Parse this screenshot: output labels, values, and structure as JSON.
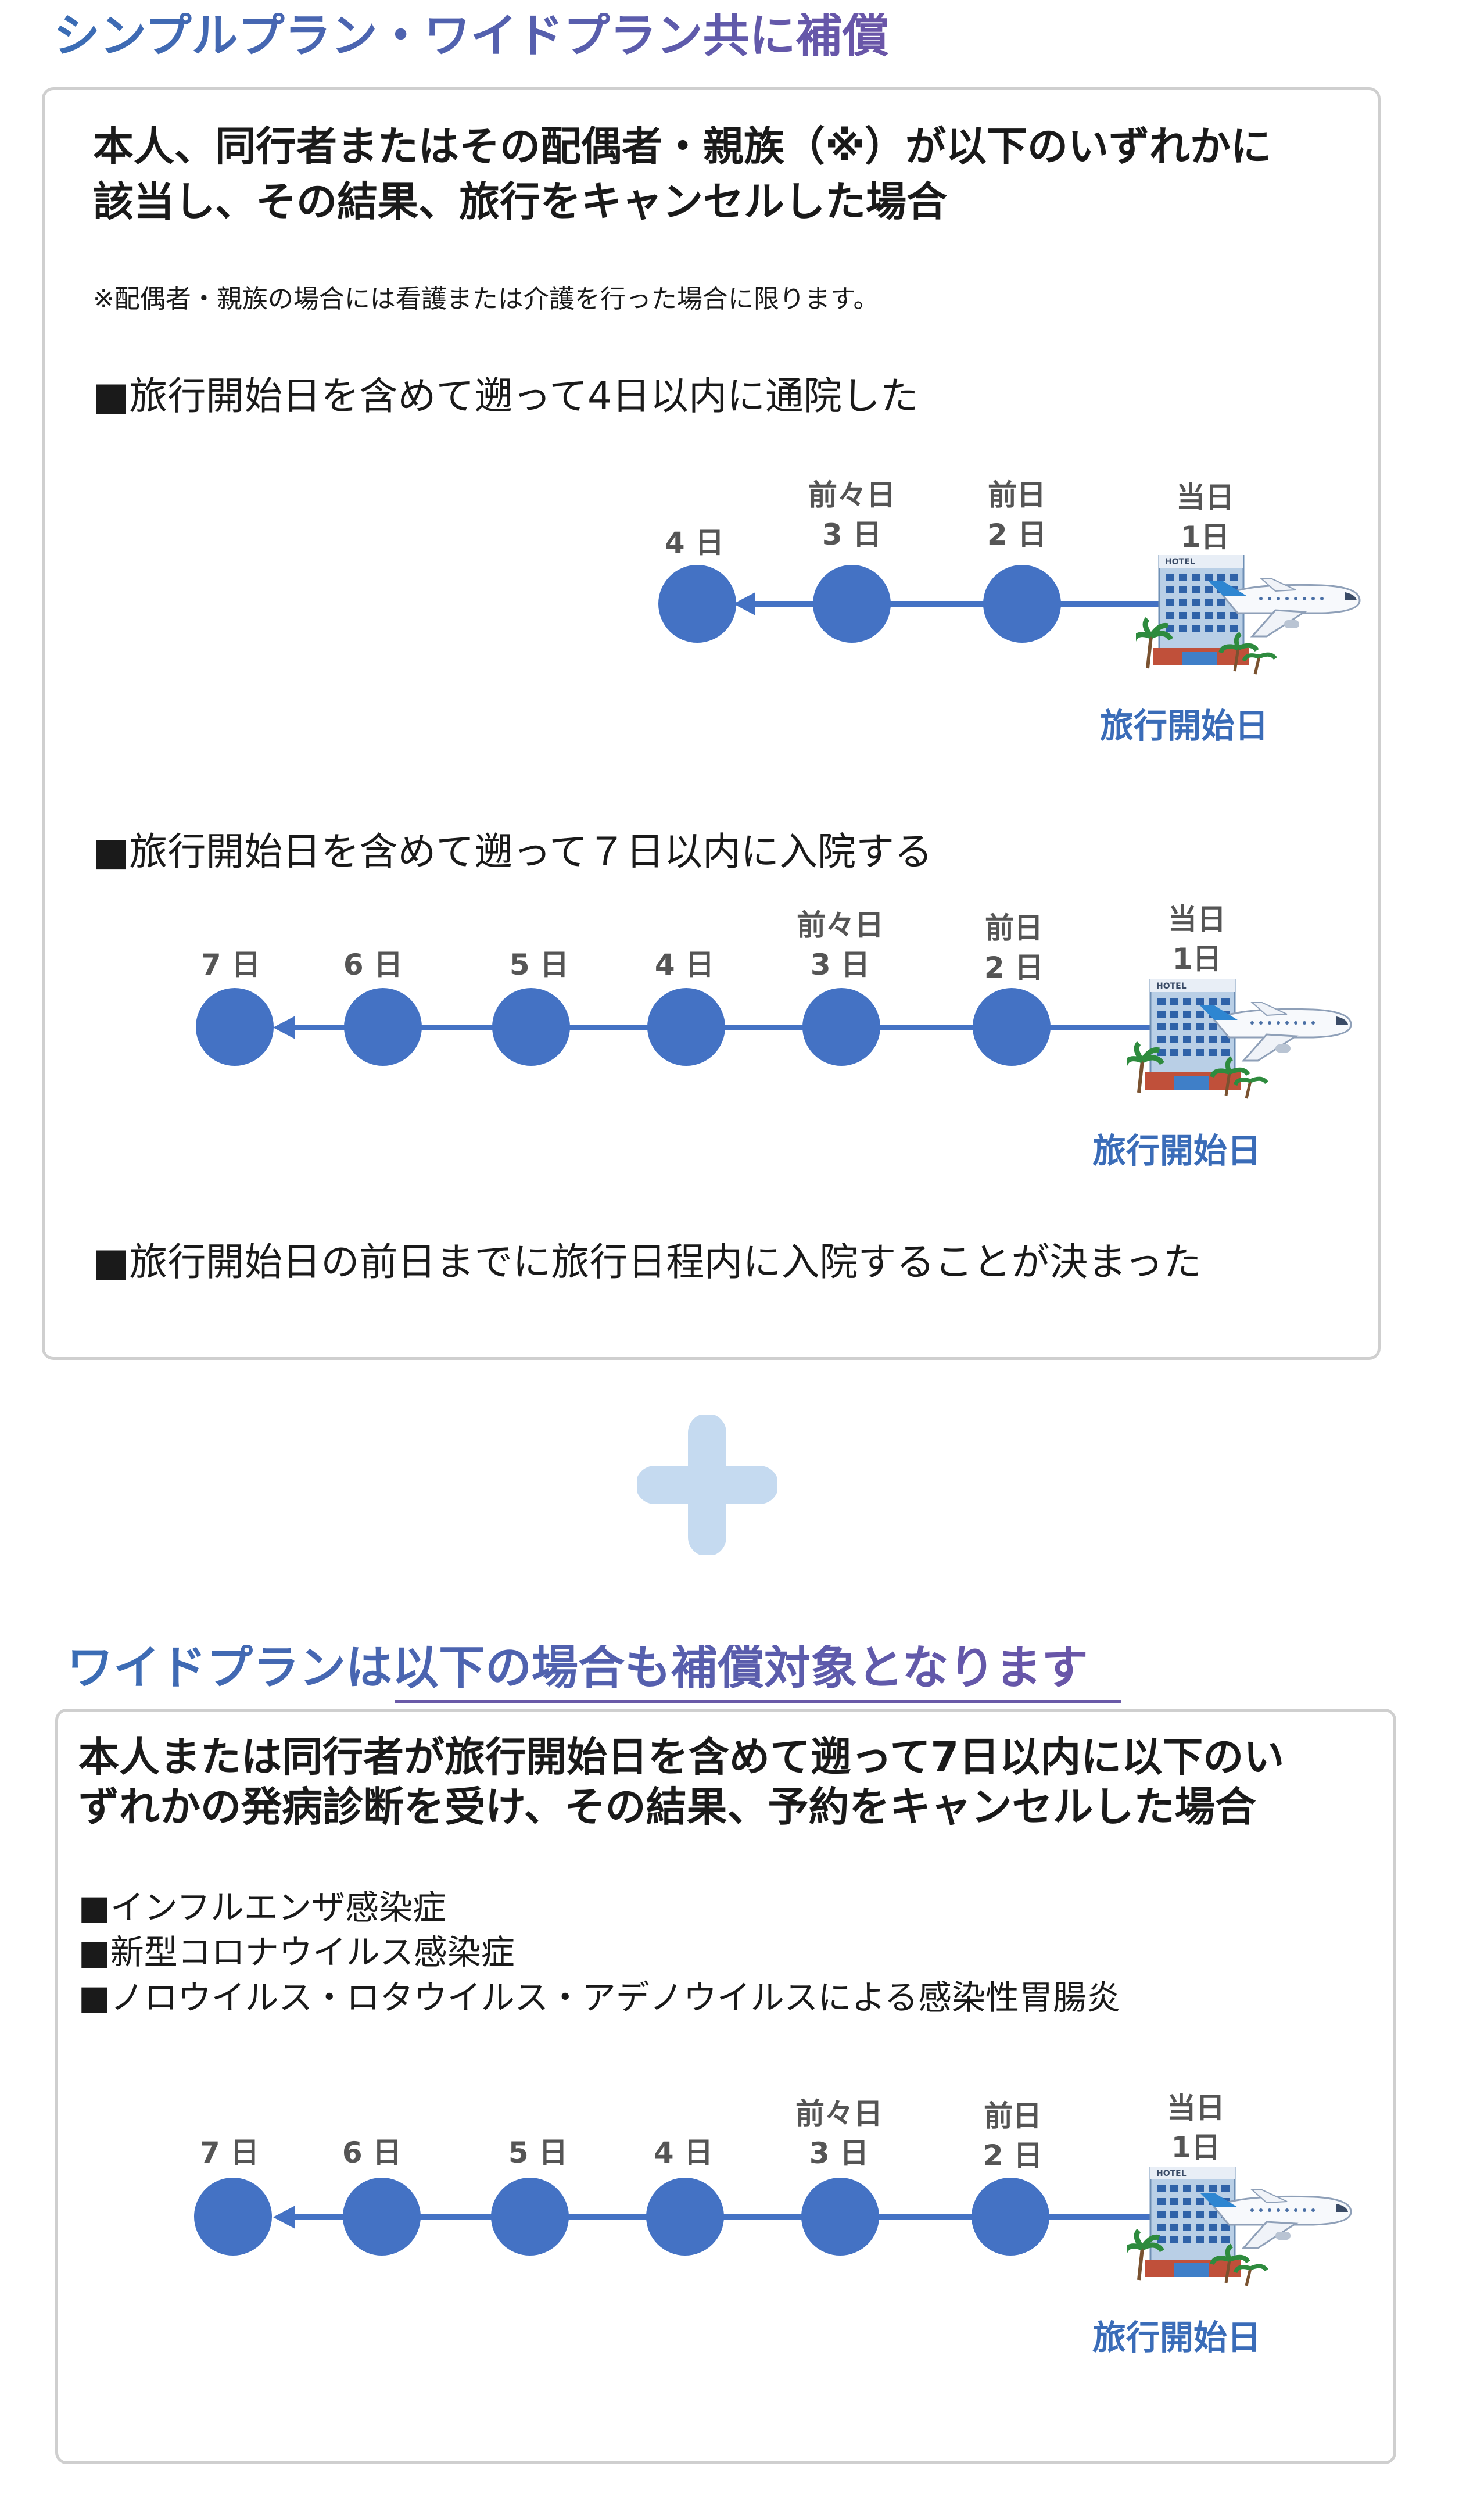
{
  "section1": {
    "heading": "シンプルプラン・ワイドプラン共に補償",
    "lead_line1": "本人、同行者またはその配偶者・親族（※）が以下のいずれかに",
    "lead_line2": "該当し、その結果、旅行をキャンセルした場合",
    "note": "※配偶者・親族の場合には看護または介護を行った場合に限ります。",
    "item1": "■旅行開始日を含めて遡って4日以内に通院した",
    "item2": "■旅行開始日を含めて遡って７日以内に入院する",
    "item3": "■旅行開始日の前日までに旅行日程内に入院することが決まった"
  },
  "section2": {
    "heading": "ワイドプランは以下の場合も補償対象となります",
    "lead_line1": "本人または同行者が旅行開始日を含めて遡って7日以内に以下のい",
    "lead_line2": "ずれかの発病診断を受け、その結果、予約をキャンセルした場合",
    "list": [
      "■インフルエンザ感染症",
      "■新型コロナウイルス感染症",
      "■ノロウイルス・ロタウイルス・アデノウイルスによる感染性胃腸炎"
    ]
  },
  "timeline": {
    "day4": "4 日",
    "day3_top": "前々日",
    "day3_bottom": "3 日",
    "day2_top": "前日",
    "day2_bottom": "2 日",
    "day1_top": "当日",
    "day1_bottom": "1日",
    "day5": "5 日",
    "day6": "6 日",
    "day7": "7 日",
    "start_label": "旅行開始日",
    "hotel_sign": "HOTEL"
  },
  "colors": {
    "accent": "#4472c4",
    "start_text": "#3a6cb8",
    "plus": "#c5daf0",
    "border": "#cfcfcf"
  },
  "icons": [
    "plus-icon",
    "hotel-icon",
    "airplane-icon",
    "palm-tree-icon"
  ]
}
